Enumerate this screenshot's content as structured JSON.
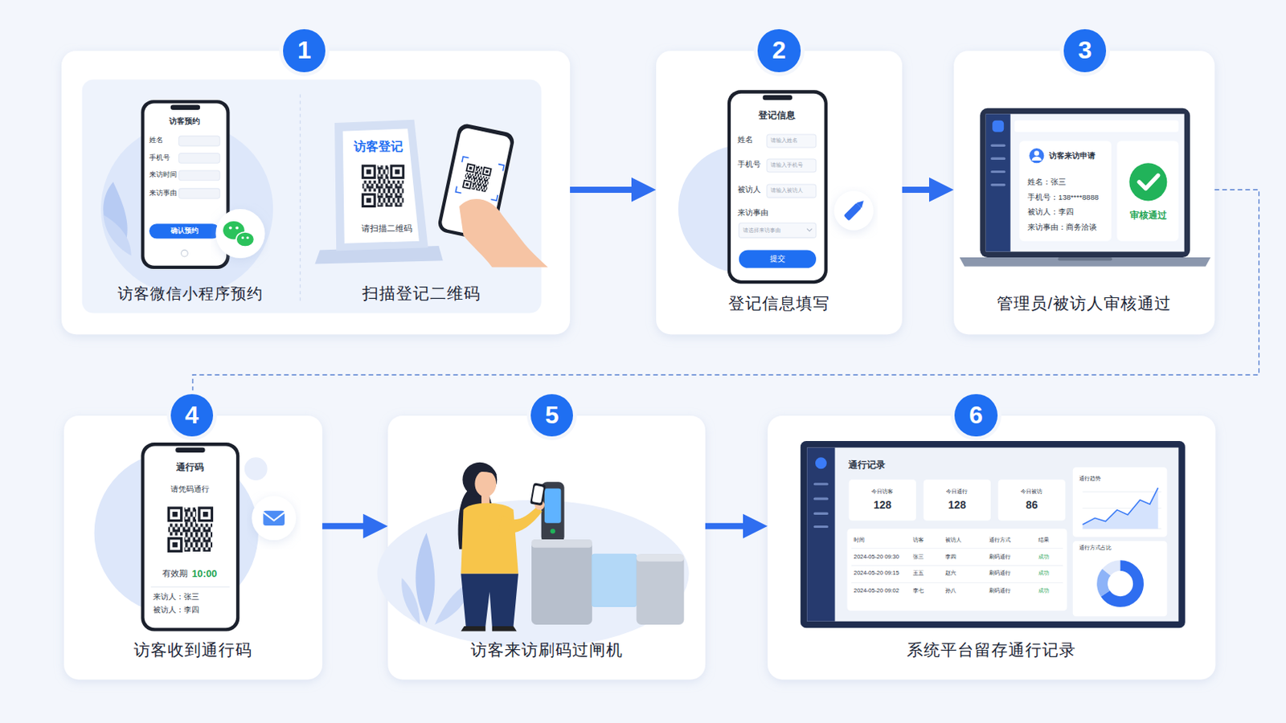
{
  "diagram": {
    "nodes": [
      {
        "text": [
          "1"
        ]
      },
      {
        "text": [
          "访客微信小程序预约"
        ],
        "in": 0
      },
      {
        "text": [
          "扫描登记二维码"
        ],
        "in": 0
      },
      {
        "text": [
          "2",
          "登记信息填写"
        ]
      },
      {
        "text": [
          "3",
          "管理员/被访人审核通过"
        ]
      },
      {
        "text": [
          "4",
          "访客收到通行码"
        ]
      },
      {
        "text": [
          "5",
          "访客来访刷码过闸机"
        ]
      },
      {
        "text": [
          "6",
          "系统平台留存通行记录"
        ]
      }
    ],
    "edges": [
      {
        "from": 0,
        "to": 3,
        "arrow": "to"
      },
      {
        "from": 3,
        "to": 4,
        "arrow": "to"
      },
      {
        "from": 4,
        "to": 5,
        "arrow": "none"
      },
      {
        "from": 5,
        "to": 6,
        "arrow": "to"
      },
      {
        "from": 6,
        "to": 7,
        "arrow": "to"
      }
    ],
    "labels": [
      "访客预约",
      "姓名",
      "手机号",
      "来访时间",
      "来访事由",
      "确认预约",
      "访客登记",
      "请扫描二维码",
      "登记信息",
      "姓名",
      "请输入姓名",
      "手机号",
      "请输入手机号",
      "被访人",
      "请输入被访人",
      "来访事由",
      "请选择来访事由",
      "提交",
      "访客来访申请",
      "姓名：张三",
      "手机号：138****8888",
      "被访人：李四",
      "来访事由：商务洽谈",
      "审核通过",
      "通行码",
      "请凭码通行",
      "有效期",
      "10:00",
      "来访人：张三",
      "被访人：李四",
      "通行记录",
      "今日访客",
      "128",
      "今日通行",
      "128",
      "今日被访",
      "86",
      "通行趋势",
      "时间",
      "访客",
      "被访人",
      "通行方式",
      "结果",
      "2024-05-20 09:30",
      "张三",
      "李四",
      "刷码通行",
      "成功",
      "2024-05-20 09:15",
      "王五",
      "赵六",
      "刷码通行",
      "成功",
      "2024-05-20 09:02",
      "李七",
      "孙八",
      "刷码通行",
      "成功",
      "通行方式占比"
    ]
  }
}
